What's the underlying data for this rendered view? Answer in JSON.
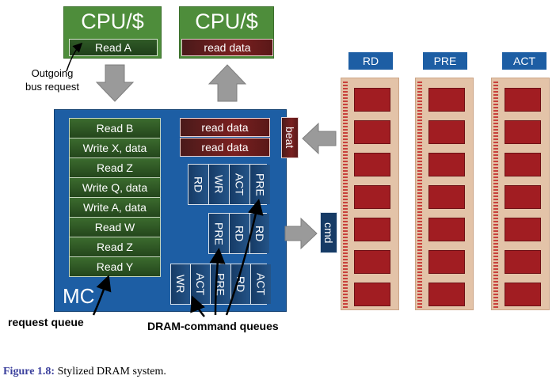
{
  "cpu_left": {
    "title": "CPU/$",
    "request": "Read A"
  },
  "cpu_right": {
    "title": "CPU/$",
    "response": "read data"
  },
  "outgoing_label": "Outgoing\nbus request",
  "mc": {
    "label": "MC",
    "request_queue": [
      "Read B",
      "Write X, data",
      "Read Z",
      "Write Q, data",
      "Write A, data",
      "Read W",
      "Read Z",
      "Read Y"
    ],
    "read_data": [
      "read data",
      "read data"
    ],
    "cmd_queue_1": [
      "RD",
      "WR",
      "ACT",
      "PRE"
    ],
    "cmd_queue_2": [
      "PRE",
      "RD",
      "RD"
    ],
    "cmd_queue_3": [
      "WR",
      "ACT",
      "PRE",
      "RD",
      "ACT"
    ]
  },
  "beat_label": "beat",
  "cmd_label": "cmd",
  "ranks": [
    {
      "label": "RD",
      "chips": 7
    },
    {
      "label": "PRE",
      "chips": 7
    },
    {
      "label": "ACT",
      "chips": 7
    }
  ],
  "annotations": {
    "request_queue": "request queue",
    "dram_command_queues": "DRAM-command queues"
  },
  "caption": {
    "figure": "Figure 1.8:",
    "text": "Stylized DRAM system."
  },
  "colors": {
    "mc_blue": "#1d5ea4",
    "cpu_green": "#4e8d3b",
    "queue_green": "#2f5a26",
    "data_red": "#7a2020",
    "chip_red": "#a11d22",
    "dimm_tan": "#e3c3a8",
    "arrow_gray": "#9a9a9a",
    "caption_blue": "#3a3f9c"
  },
  "icons": [
    "down-arrow-icon",
    "up-arrow-icon",
    "left-arrow-icon",
    "right-arrow-icon"
  ]
}
